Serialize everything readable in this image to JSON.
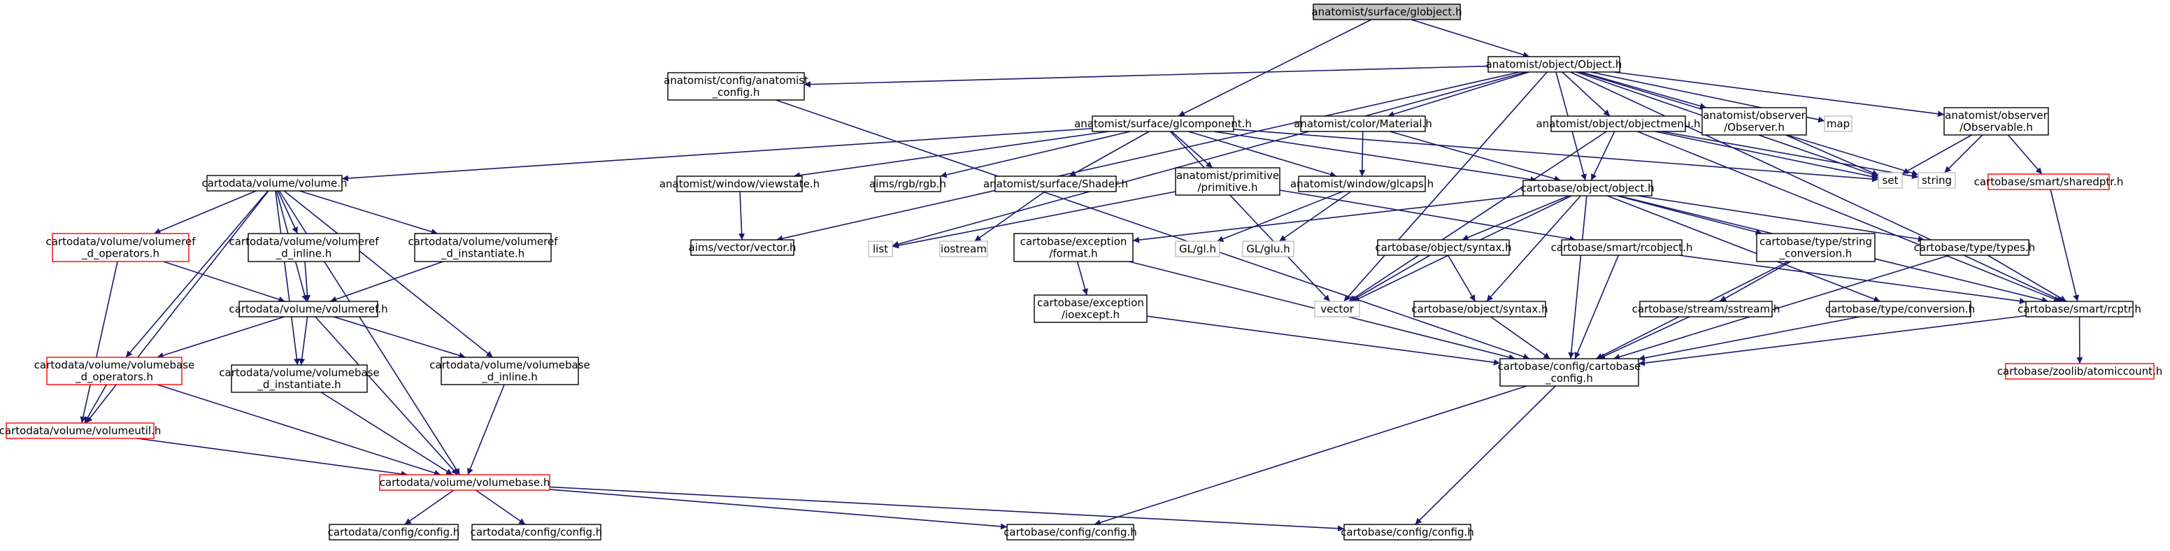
{
  "colors": {
    "edge": "#191970",
    "box_border": "#000000",
    "red_border": "#ff0000",
    "gray_border": "#bfbfbf",
    "root_fill": "#bfbfbf"
  },
  "nodes": {
    "root": {
      "lines": [
        "anatomist/surface/globject.h"
      ],
      "kind": "root"
    },
    "object": {
      "lines": [
        "anatomist/object/Object.h"
      ],
      "kind": "normal"
    },
    "anaconfig": {
      "lines": [
        "anatomist/config/anatomist",
        "_config.h"
      ],
      "kind": "normal"
    },
    "glcomponent": {
      "lines": [
        "anatomist/surface/glcomponent.h"
      ],
      "kind": "normal"
    },
    "material": {
      "lines": [
        "anatomist/color/Material.h"
      ],
      "kind": "normal"
    },
    "objectmenu": {
      "lines": [
        "anatomist/object/objectmenu.h"
      ],
      "kind": "normal"
    },
    "observer": {
      "lines": [
        "anatomist/observer",
        "/Observer.h"
      ],
      "kind": "normal"
    },
    "map": {
      "lines": [
        "map"
      ],
      "kind": "gray"
    },
    "observable": {
      "lines": [
        "anatomist/observer",
        "/Observable.h"
      ],
      "kind": "normal"
    },
    "set": {
      "lines": [
        "set"
      ],
      "kind": "gray"
    },
    "string": {
      "lines": [
        "string"
      ],
      "kind": "gray"
    },
    "sharedptr": {
      "lines": [
        "cartobase/smart/sharedptr.h"
      ],
      "kind": "red"
    },
    "volume": {
      "lines": [
        "cartodata/volume/volume.h"
      ],
      "kind": "normal"
    },
    "viewstate": {
      "lines": [
        "anatomist/window/viewstate.h"
      ],
      "kind": "normal"
    },
    "rgb": {
      "lines": [
        "aims/rgb/rgb.h"
      ],
      "kind": "normal"
    },
    "shader": {
      "lines": [
        "anatomist/surface/Shader.h"
      ],
      "kind": "normal"
    },
    "primitive": {
      "lines": [
        "anatomist/primitive",
        "/primitive.h"
      ],
      "kind": "normal"
    },
    "glcaps": {
      "lines": [
        "anatomist/window/glcaps.h"
      ],
      "kind": "normal"
    },
    "cbobject": {
      "lines": [
        "cartobase/object/object.h"
      ],
      "kind": "normal"
    },
    "vrefops": {
      "lines": [
        "cartodata/volume/volumeref",
        "_d_operators.h"
      ],
      "kind": "red"
    },
    "vrefinline": {
      "lines": [
        "cartodata/volume/volumeref",
        "_d_inline.h"
      ],
      "kind": "normal"
    },
    "vrefinst": {
      "lines": [
        "cartodata/volume/volumeref",
        "_d_instantiate.h"
      ],
      "kind": "normal"
    },
    "vector3": {
      "lines": [
        "aims/vector/vector.h"
      ],
      "kind": "normal"
    },
    "list": {
      "lines": [
        "list"
      ],
      "kind": "gray"
    },
    "iostream": {
      "lines": [
        "iostream"
      ],
      "kind": "gray"
    },
    "format": {
      "lines": [
        "cartobase/exception",
        "/format.h"
      ],
      "kind": "normal"
    },
    "glh": {
      "lines": [
        "GL/gl.h"
      ],
      "kind": "gray"
    },
    "gluh": {
      "lines": [
        "GL/glu.h"
      ],
      "kind": "gray"
    },
    "syntax1": {
      "lines": [
        "cartobase/object/syntax.h"
      ],
      "kind": "normal"
    },
    "rcobject": {
      "lines": [
        "cartobase/smart/rcobject.h"
      ],
      "kind": "normal"
    },
    "strconv": {
      "lines": [
        "cartobase/type/string",
        "_conversion.h"
      ],
      "kind": "normal"
    },
    "types": {
      "lines": [
        "cartobase/type/types.h"
      ],
      "kind": "normal"
    },
    "vref": {
      "lines": [
        "cartodata/volume/volumeref.h"
      ],
      "kind": "normal"
    },
    "ioexcept": {
      "lines": [
        "cartobase/exception",
        "/ioexcept.h"
      ],
      "kind": "normal"
    },
    "vector": {
      "lines": [
        "vector"
      ],
      "kind": "gray"
    },
    "syntax2": {
      "lines": [
        "cartobase/object/syntax.h"
      ],
      "kind": "normal"
    },
    "sstream": {
      "lines": [
        "cartobase/stream/sstream.h"
      ],
      "kind": "normal"
    },
    "conversion": {
      "lines": [
        "cartobase/type/conversion.h"
      ],
      "kind": "normal"
    },
    "rcptr": {
      "lines": [
        "cartobase/smart/rcptr.h"
      ],
      "kind": "normal"
    },
    "vbops": {
      "lines": [
        "cartodata/volume/volumebase",
        "_d_operators.h"
      ],
      "kind": "red"
    },
    "vbinst": {
      "lines": [
        "cartodata/volume/volumebase",
        "_d_instantiate.h"
      ],
      "kind": "normal"
    },
    "vbinline": {
      "lines": [
        "cartodata/volume/volumebase",
        "_d_inline.h"
      ],
      "kind": "normal"
    },
    "cbconfig": {
      "lines": [
        "cartobase/config/cartobase",
        "_config.h"
      ],
      "kind": "normal"
    },
    "atomic": {
      "lines": [
        "cartobase/zoolib/atomiccount.h"
      ],
      "kind": "red"
    },
    "volumeutil": {
      "lines": [
        "cartodata/volume/volumeutil.h"
      ],
      "kind": "red"
    },
    "volumebase": {
      "lines": [
        "cartodata/volume/volumebase.h"
      ],
      "kind": "red"
    },
    "cdconfig1": {
      "lines": [
        "cartodata/config/config.h"
      ],
      "kind": "normal"
    },
    "cdconfig2": {
      "lines": [
        "cartodata/config/config.h"
      ],
      "kind": "normal"
    },
    "cbcfg1": {
      "lines": [
        "cartobase/config/config.h"
      ],
      "kind": "normal"
    },
    "cbcfg2": {
      "lines": [
        "cartobase/config/config.h"
      ],
      "kind": "normal"
    }
  },
  "edges": [
    [
      "root",
      "object"
    ],
    [
      "root",
      "glcomponent"
    ],
    [
      "object",
      "anaconfig"
    ],
    [
      "object",
      "material"
    ],
    [
      "object",
      "objectmenu"
    ],
    [
      "object",
      "observer"
    ],
    [
      "object",
      "map"
    ],
    [
      "object",
      "observable"
    ],
    [
      "object",
      "set"
    ],
    [
      "object",
      "string"
    ],
    [
      "object",
      "cbobject"
    ],
    [
      "object",
      "vector3"
    ],
    [
      "object",
      "list"
    ],
    [
      "object",
      "vector"
    ],
    [
      "object",
      "rcptr"
    ],
    [
      "anaconfig",
      "cbconfig"
    ],
    [
      "glcomponent",
      "volume"
    ],
    [
      "glcomponent",
      "viewstate"
    ],
    [
      "glcomponent",
      "rgb"
    ],
    [
      "glcomponent",
      "shader"
    ],
    [
      "glcomponent",
      "primitive"
    ],
    [
      "glcomponent",
      "glcaps"
    ],
    [
      "glcomponent",
      "cbobject"
    ],
    [
      "glcomponent",
      "set"
    ],
    [
      "glcomponent",
      "vector"
    ],
    [
      "material",
      "glcaps"
    ],
    [
      "material",
      "cbobject"
    ],
    [
      "objectmenu",
      "cbobject"
    ],
    [
      "objectmenu",
      "set"
    ],
    [
      "objectmenu",
      "string"
    ],
    [
      "objectmenu",
      "vector"
    ],
    [
      "objectmenu",
      "rcptr"
    ],
    [
      "observer",
      "set"
    ],
    [
      "observable",
      "set"
    ],
    [
      "observable",
      "string"
    ],
    [
      "observable",
      "sharedptr"
    ],
    [
      "sharedptr",
      "rcptr"
    ],
    [
      "viewstate",
      "vector3"
    ],
    [
      "shader",
      "iostream"
    ],
    [
      "primitive",
      "list"
    ],
    [
      "primitive",
      "rcobject"
    ],
    [
      "glcaps",
      "glh"
    ],
    [
      "glcaps",
      "gluh"
    ],
    [
      "cbobject",
      "format"
    ],
    [
      "cbobject",
      "syntax1"
    ],
    [
      "cbobject",
      "strconv"
    ],
    [
      "cbobject",
      "types"
    ],
    [
      "cbobject",
      "conversion"
    ],
    [
      "cbobject",
      "syntax2"
    ],
    [
      "cbobject",
      "cbconfig"
    ],
    [
      "cbobject",
      "rcptr"
    ],
    [
      "cbobject",
      "vector"
    ],
    [
      "format",
      "ioexcept"
    ],
    [
      "format",
      "cbconfig"
    ],
    [
      "ioexcept",
      "cbconfig"
    ],
    [
      "syntax1",
      "vector"
    ],
    [
      "syntax1",
      "syntax2"
    ],
    [
      "syntax2",
      "cbconfig"
    ],
    [
      "rcobject",
      "cbconfig"
    ],
    [
      "rcobject",
      "rcptr"
    ],
    [
      "strconv",
      "sstream"
    ],
    [
      "strconv",
      "cbconfig"
    ],
    [
      "sstream",
      "cbconfig"
    ],
    [
      "types",
      "rcptr"
    ],
    [
      "types",
      "cbconfig"
    ],
    [
      "conversion",
      "cbconfig"
    ],
    [
      "rcptr",
      "cbconfig"
    ],
    [
      "rcptr",
      "atomic"
    ],
    [
      "volume",
      "vrefops"
    ],
    [
      "volume",
      "vrefinline"
    ],
    [
      "volume",
      "vrefinst"
    ],
    [
      "volume",
      "vref"
    ],
    [
      "volume",
      "vbops"
    ],
    [
      "volume",
      "vbinst"
    ],
    [
      "volume",
      "vbinline"
    ],
    [
      "volume",
      "volumeutil"
    ],
    [
      "volume",
      "volumebase"
    ],
    [
      "vrefops",
      "vref"
    ],
    [
      "vrefops",
      "volumeutil"
    ],
    [
      "vrefinline",
      "vref"
    ],
    [
      "vrefinst",
      "vref"
    ],
    [
      "vref",
      "vbops"
    ],
    [
      "vref",
      "vbinst"
    ],
    [
      "vref",
      "vbinline"
    ],
    [
      "vref",
      "volumebase"
    ],
    [
      "vbops",
      "volumeutil"
    ],
    [
      "vbops",
      "volumebase"
    ],
    [
      "vbinst",
      "volumebase"
    ],
    [
      "vbinline",
      "volumebase"
    ],
    [
      "volumeutil",
      "volumebase"
    ],
    [
      "volumebase",
      "cdconfig1"
    ],
    [
      "volumebase",
      "cdconfig2"
    ],
    [
      "volumebase",
      "cbcfg1"
    ],
    [
      "volumebase",
      "cbcfg2"
    ],
    [
      "cbconfig",
      "cbcfg1"
    ],
    [
      "cbconfig",
      "cbcfg2"
    ]
  ]
}
